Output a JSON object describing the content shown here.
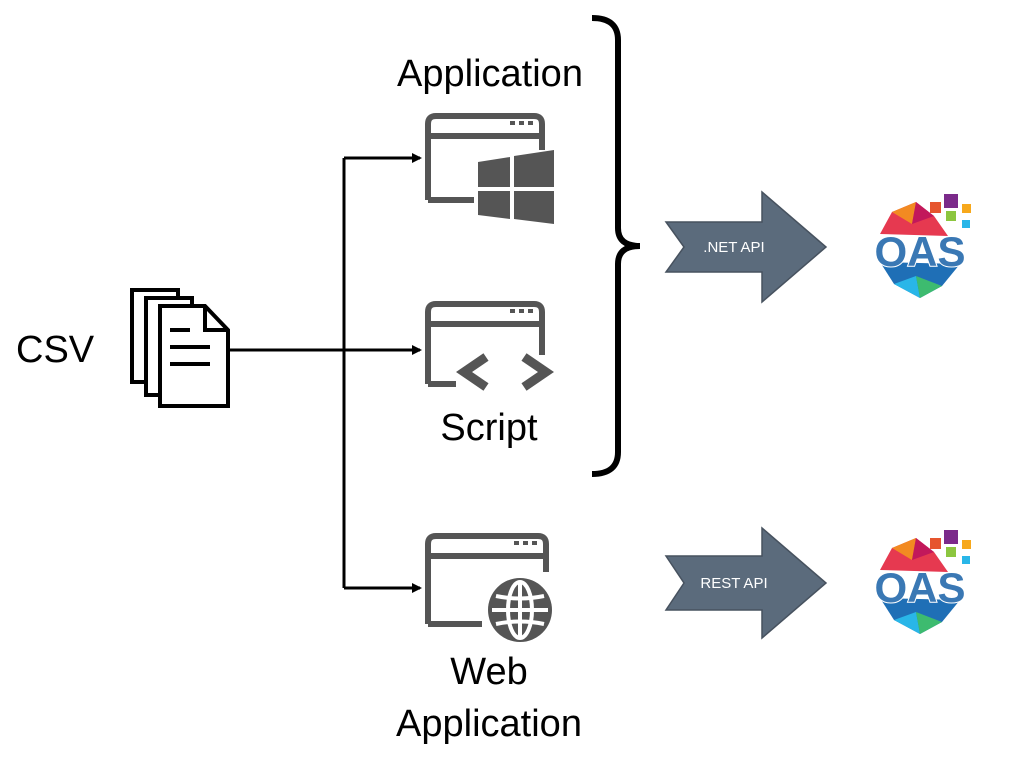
{
  "source": {
    "label": "CSV",
    "icon": "csv-files-icon"
  },
  "clients": [
    {
      "label": "Application",
      "icon": "windows-application-icon"
    },
    {
      "label": "Script",
      "icon": "script-code-icon"
    },
    {
      "label_line1": "Web",
      "label_line2": "Application",
      "icon": "web-application-icon"
    }
  ],
  "apis": [
    {
      "label": ".NET API"
    },
    {
      "label": "REST API"
    }
  ],
  "targets": [
    {
      "label": "OAS",
      "icon": "oas-logo-icon"
    },
    {
      "label": "OAS",
      "icon": "oas-logo-icon"
    }
  ],
  "colors": {
    "icon_gray": "#555555",
    "arrow_fill": "#5b6b7c",
    "logo_blue": "#3a78b4"
  }
}
